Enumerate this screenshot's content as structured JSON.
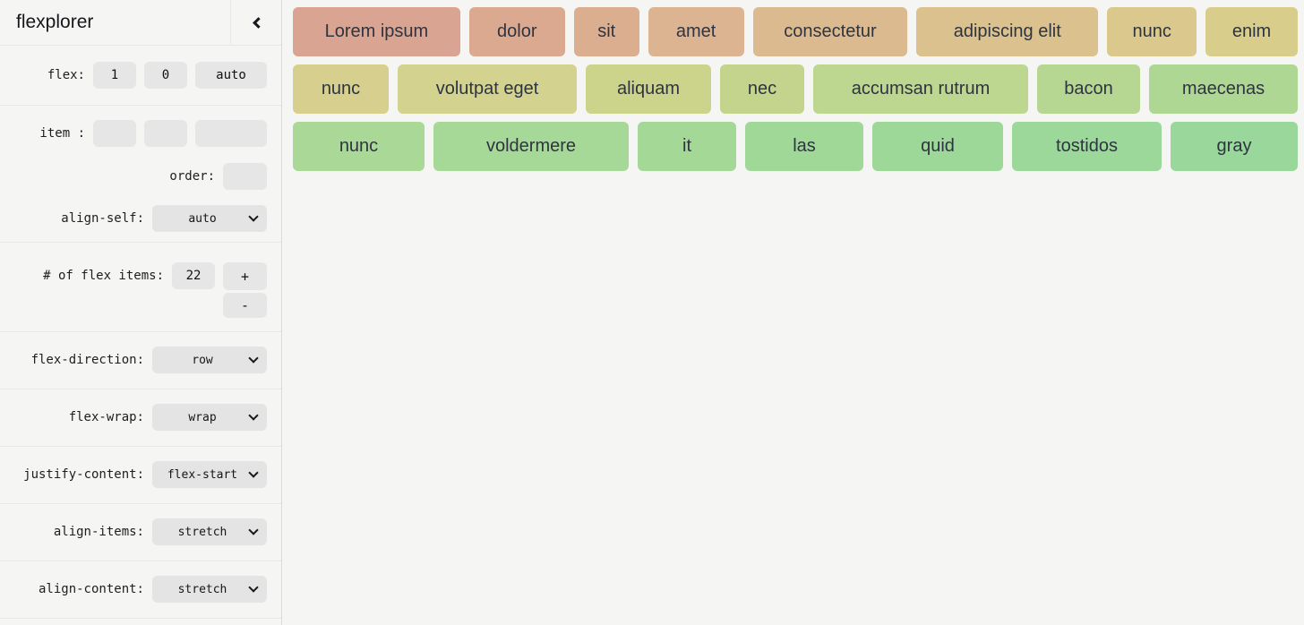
{
  "app": {
    "title": "flexplorer"
  },
  "sidebar": {
    "collapse_icon": "chevron-left",
    "flex_row": {
      "label": "flex:",
      "grow": "1",
      "shrink": "0",
      "basis": "auto"
    },
    "item_row": {
      "label": "item :",
      "grow": "",
      "shrink": "",
      "basis": ""
    },
    "order_row": {
      "label": "order:",
      "value": ""
    },
    "align_self": {
      "label": "align-self:",
      "value": "auto"
    },
    "count_row": {
      "label": "# of flex items:",
      "value": "22",
      "increment": "+",
      "decrement": "-"
    },
    "flex_direction": {
      "label": "flex-direction:",
      "value": "row"
    },
    "flex_wrap": {
      "label": "flex-wrap:",
      "value": "wrap"
    },
    "justify_content": {
      "label": "justify-content:",
      "value": "flex-start"
    },
    "align_items": {
      "label": "align-items:",
      "value": "stretch"
    },
    "align_content": {
      "label": "align-content:",
      "value": "stretch"
    }
  },
  "main": {
    "items": [
      {
        "label": "Lorem ipsum",
        "color": "#d9a491"
      },
      {
        "label": "dolor",
        "color": "#dba98f"
      },
      {
        "label": "sit",
        "color": "#dcae90"
      },
      {
        "label": "amet",
        "color": "#ddb492"
      },
      {
        "label": "consectetur",
        "color": "#dcba90"
      },
      {
        "label": "adipiscing elit",
        "color": "#dbc18e"
      },
      {
        "label": "nunc",
        "color": "#dac88d"
      },
      {
        "label": "enim",
        "color": "#d9cd8c"
      },
      {
        "label": "nunc",
        "color": "#d6cf8d"
      },
      {
        "label": "volutpat eget",
        "color": "#d3d28e"
      },
      {
        "label": "aliquam",
        "color": "#ccd38b"
      },
      {
        "label": "nec",
        "color": "#c4d48d"
      },
      {
        "label": "accumsan rutrum",
        "color": "#bdd690"
      },
      {
        "label": "bacon",
        "color": "#b6d792"
      },
      {
        "label": "maecenas",
        "color": "#afd794"
      },
      {
        "label": "nunc",
        "color": "#aad896"
      },
      {
        "label": "voldermere",
        "color": "#a6d897"
      },
      {
        "label": "it",
        "color": "#a3d897"
      },
      {
        "label": "las",
        "color": "#a0d898"
      },
      {
        "label": "quid",
        "color": "#9dd899"
      },
      {
        "label": "tostidos",
        "color": "#9bd899"
      },
      {
        "label": "gray",
        "color": "#99d89a"
      }
    ]
  }
}
